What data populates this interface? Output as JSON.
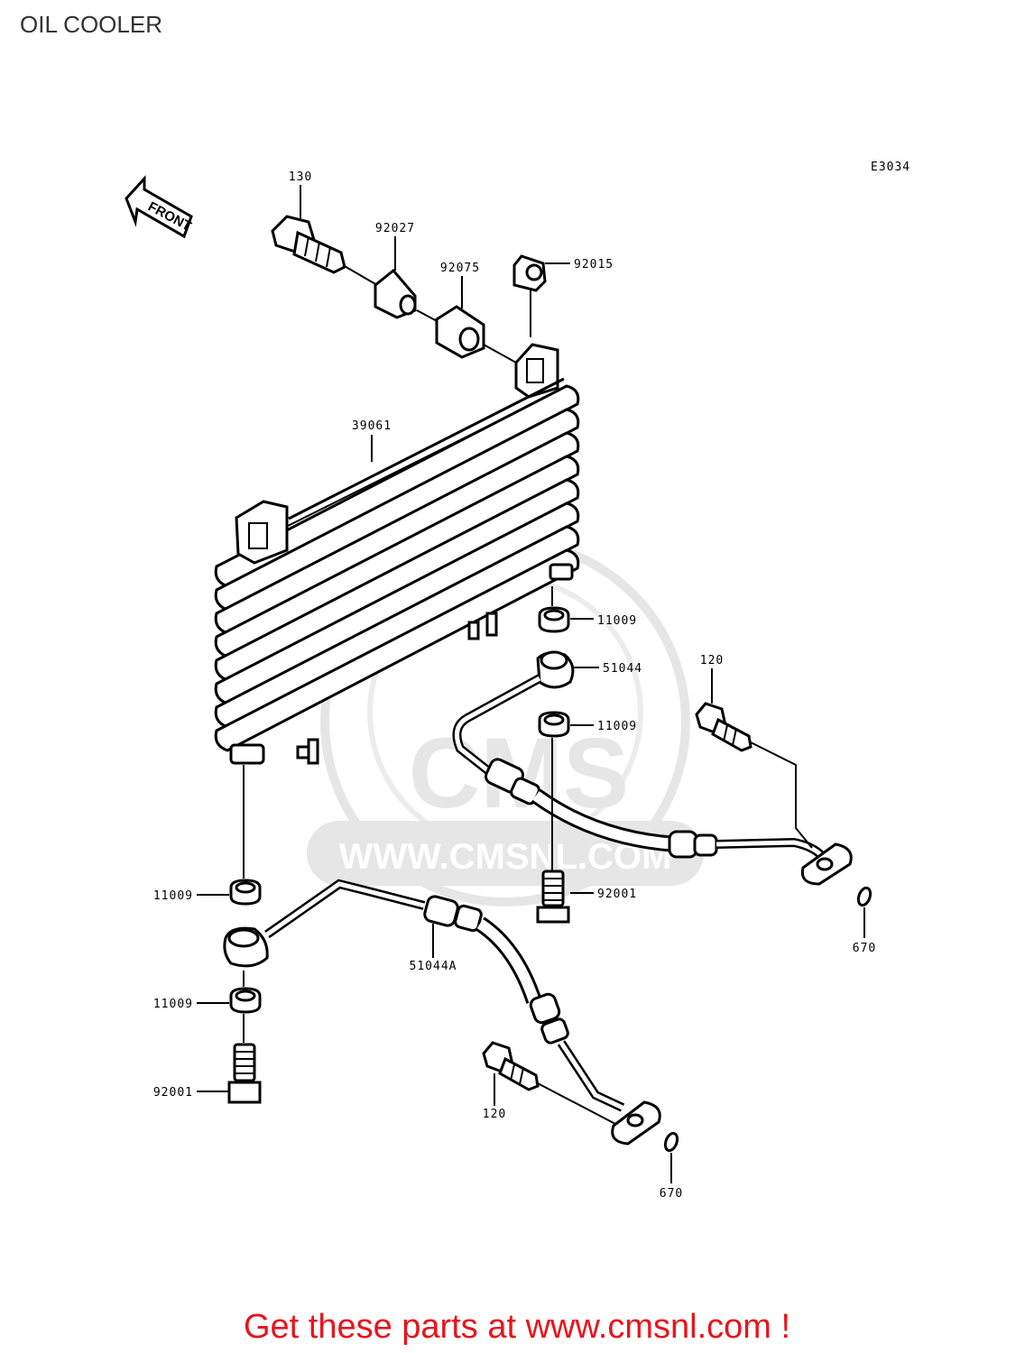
{
  "page": {
    "title": "OIL COOLER"
  },
  "diagram": {
    "code": "E3034",
    "front_arrow": "FRONT",
    "watermark": {
      "logo": "CMS",
      "url": "WWW.CMSNL.COM"
    },
    "callouts": {
      "bolt_top": "130",
      "collar": "92027",
      "damper": "92075",
      "nut": "92015",
      "cooler": "39061",
      "gasket_upper_top": "11009",
      "hose_upper": "51044",
      "bolt_upper_flange": "120",
      "gasket_upper_mid": "11009",
      "banjo_bolt_upper": "92001",
      "oring_upper": "670",
      "gasket_left_top": "11009",
      "hose_lower": "51044A",
      "gasket_left_bottom": "11009",
      "banjo_bolt_lower": "92001",
      "bolt_lower_flange": "120",
      "oring_lower": "670"
    }
  },
  "footer": {
    "text": "Get these parts at www.cmsnl.com !"
  },
  "colors": {
    "footer": "#e8141c",
    "watermark": "#e6e6e6",
    "ink": "#000000"
  }
}
